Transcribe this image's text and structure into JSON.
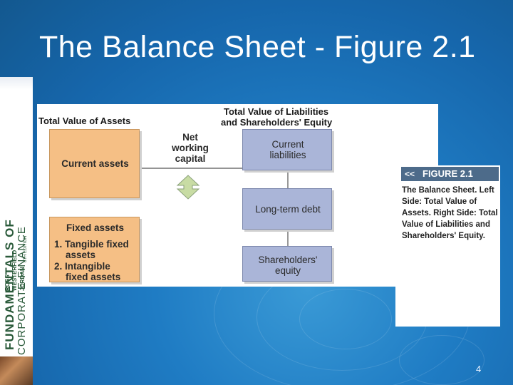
{
  "slide": {
    "title": "The Balance Sheet - Figure 2.1",
    "page_number": "4"
  },
  "spine": {
    "line1": "FUNDAMENTALS OF",
    "line2": "CORPORATE FINANCE",
    "authors": "ROSS",
    "authors2": "WESTERFIELD",
    "authors3": "JORDAN",
    "edition": "8TH EDITION"
  },
  "figure": {
    "header_left": "Total Value of Assets",
    "header_right_1": "Total Value of Liabilities",
    "header_right_2": "and Shareholders' Equity",
    "net_working_capital_1": "Net",
    "net_working_capital_2": "working",
    "net_working_capital_3": "capital",
    "current_assets": "Current assets",
    "fixed_assets": "Fixed assets",
    "fixed_1a": "1. Tangible fixed",
    "fixed_1b": "assets",
    "fixed_2a": "2. Intangible",
    "fixed_2b": "fixed assets",
    "current_liabilities_1": "Current",
    "current_liabilities_2": "liabilities",
    "long_term_debt": "Long-term debt",
    "equity_1": "Shareholders'",
    "equity_2": "equity"
  },
  "caption": {
    "head": "FIGURE 2.1",
    "text": "The Balance Sheet. Left Side: Total Value of Assets. Right Side: Total Value of Liabilities and Shareholders' Equity."
  },
  "colors": {
    "background": "#1f7cc4",
    "asset_box": "#f5bf85",
    "liability_box": "#aab5d8",
    "caption_head": "#4d6b8a",
    "arrow": "#c8dca4"
  }
}
